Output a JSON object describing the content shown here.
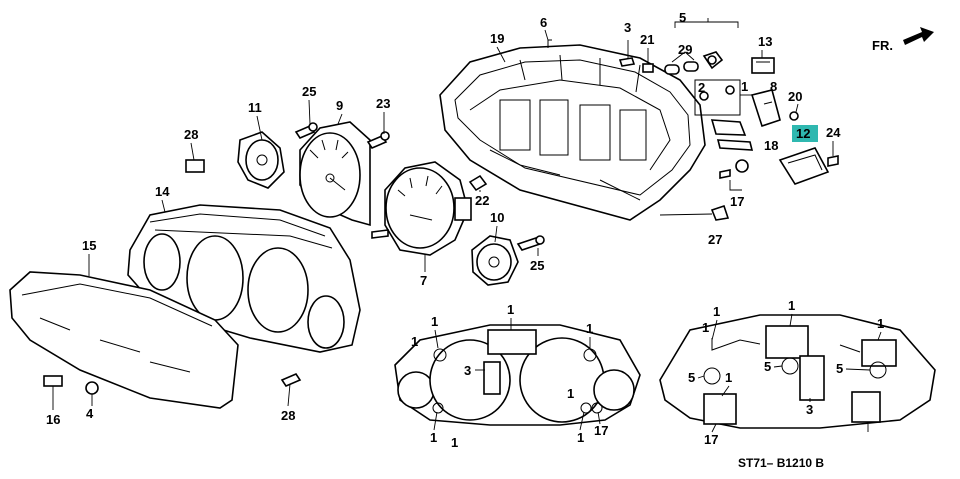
{
  "diagram": {
    "direction_marker": "FR.",
    "footer_code": "ST71– B1210 B",
    "highlight_color": "#2fb8b0",
    "callouts": {
      "p1a": "1",
      "p1b": "1",
      "p1c": "1",
      "p1d": "1",
      "p1e": "1",
      "p1f": "1",
      "p1g": "1",
      "p1h": "1",
      "p1i": "1",
      "p1j": "1",
      "p1k": "1",
      "p1l": "1",
      "p1m": "1",
      "p1n": "1",
      "p2": "2",
      "p3a": "3",
      "p3b": "3",
      "p3c": "3",
      "p4": "4",
      "p5a": "5",
      "p5b": "5",
      "p5c": "5",
      "p5d": "5",
      "p6": "6",
      "p7": "7",
      "p8": "8",
      "p9": "9",
      "p10": "10",
      "p11": "11",
      "p12": "12",
      "p13": "13",
      "p14": "14",
      "p15": "15",
      "p16": "16",
      "p17a": "17",
      "p17b": "17",
      "p17c": "17",
      "p18": "18",
      "p19": "19",
      "p20": "20",
      "p21": "21",
      "p22": "22",
      "p23": "23",
      "p24": "24",
      "p25a": "25",
      "p25b": "25",
      "p27": "27",
      "p28a": "28",
      "p28b": "28",
      "p29": "29"
    }
  }
}
